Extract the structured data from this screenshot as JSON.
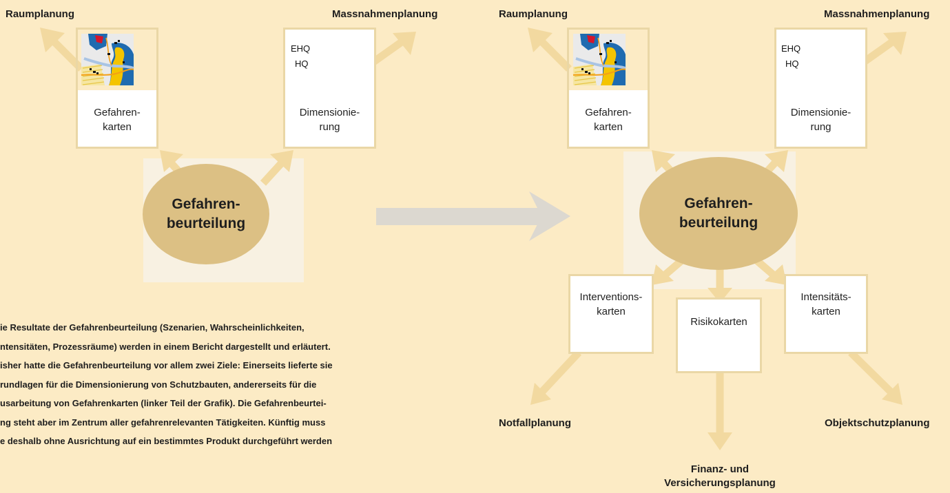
{
  "left": {
    "raumplanung": "Raumplanung",
    "massnahmenplanung": "Massnahmenplanung",
    "card_map_text": "Gefahren-\nkarten",
    "card_hydro_text": "Dimensionie-\nrung",
    "hydro_ehq": "EHQ",
    "hydro_hq": "HQ",
    "center": "Gefahren-\nbeurteilung"
  },
  "right": {
    "raumplanung": "Raumplanung",
    "massnahmenplanung": "Massnahmenplanung",
    "card_map_text": "Gefahren-\nkarten",
    "card_hydro_text": "Dimensionie-\nrung",
    "hydro_ehq": "EHQ",
    "hydro_hq": "HQ",
    "center": "Gefahren-\nbeurteilung",
    "interventionskarten": "Interventions-\nkarten",
    "risikokarten": "Risikokarten",
    "intensitaetskarten": "Intensitäts-\nkarten",
    "notfallplanung": "Notfallplanung",
    "objektschutzplanung": "Objektschutzplanung",
    "finanz": "Finanz- und\nVersicherungsplanung"
  },
  "paragraph": [
    "ie Resultate der Gefahrenbeurteilung (Szenarien, Wahrscheinlichkeiten,",
    "ntensitäten, Prozessräume) werden in einem Bericht dargestellt und erläutert.",
    "isher hatte die Gefahrenbeurteilung vor allem zwei Ziele: Einerseits lieferte sie",
    "rundlagen für die Dimensionierung von Schutzbauten, andererseits für die",
    "usarbeitung von Gefahrenkarten (linker Teil der Grafik). Die Gefahrenbeurtei-",
    "ng steht aber im Zentrum aller gefahrenrelevanten Tätigkeiten. Künftig muss",
    "e deshalb ohne Ausrichtung auf ein bestimmtes Produkt durchgeführt werden"
  ],
  "colors": {
    "background": "#fcebc5",
    "arrow": "#f2d9a0",
    "ellipse": "#dcc084",
    "card_border": "#ead7a6",
    "center_arrow": "#dcd8d0",
    "curve_ehq": "#e76a4c",
    "curve_hq": "#1f6bb0"
  }
}
